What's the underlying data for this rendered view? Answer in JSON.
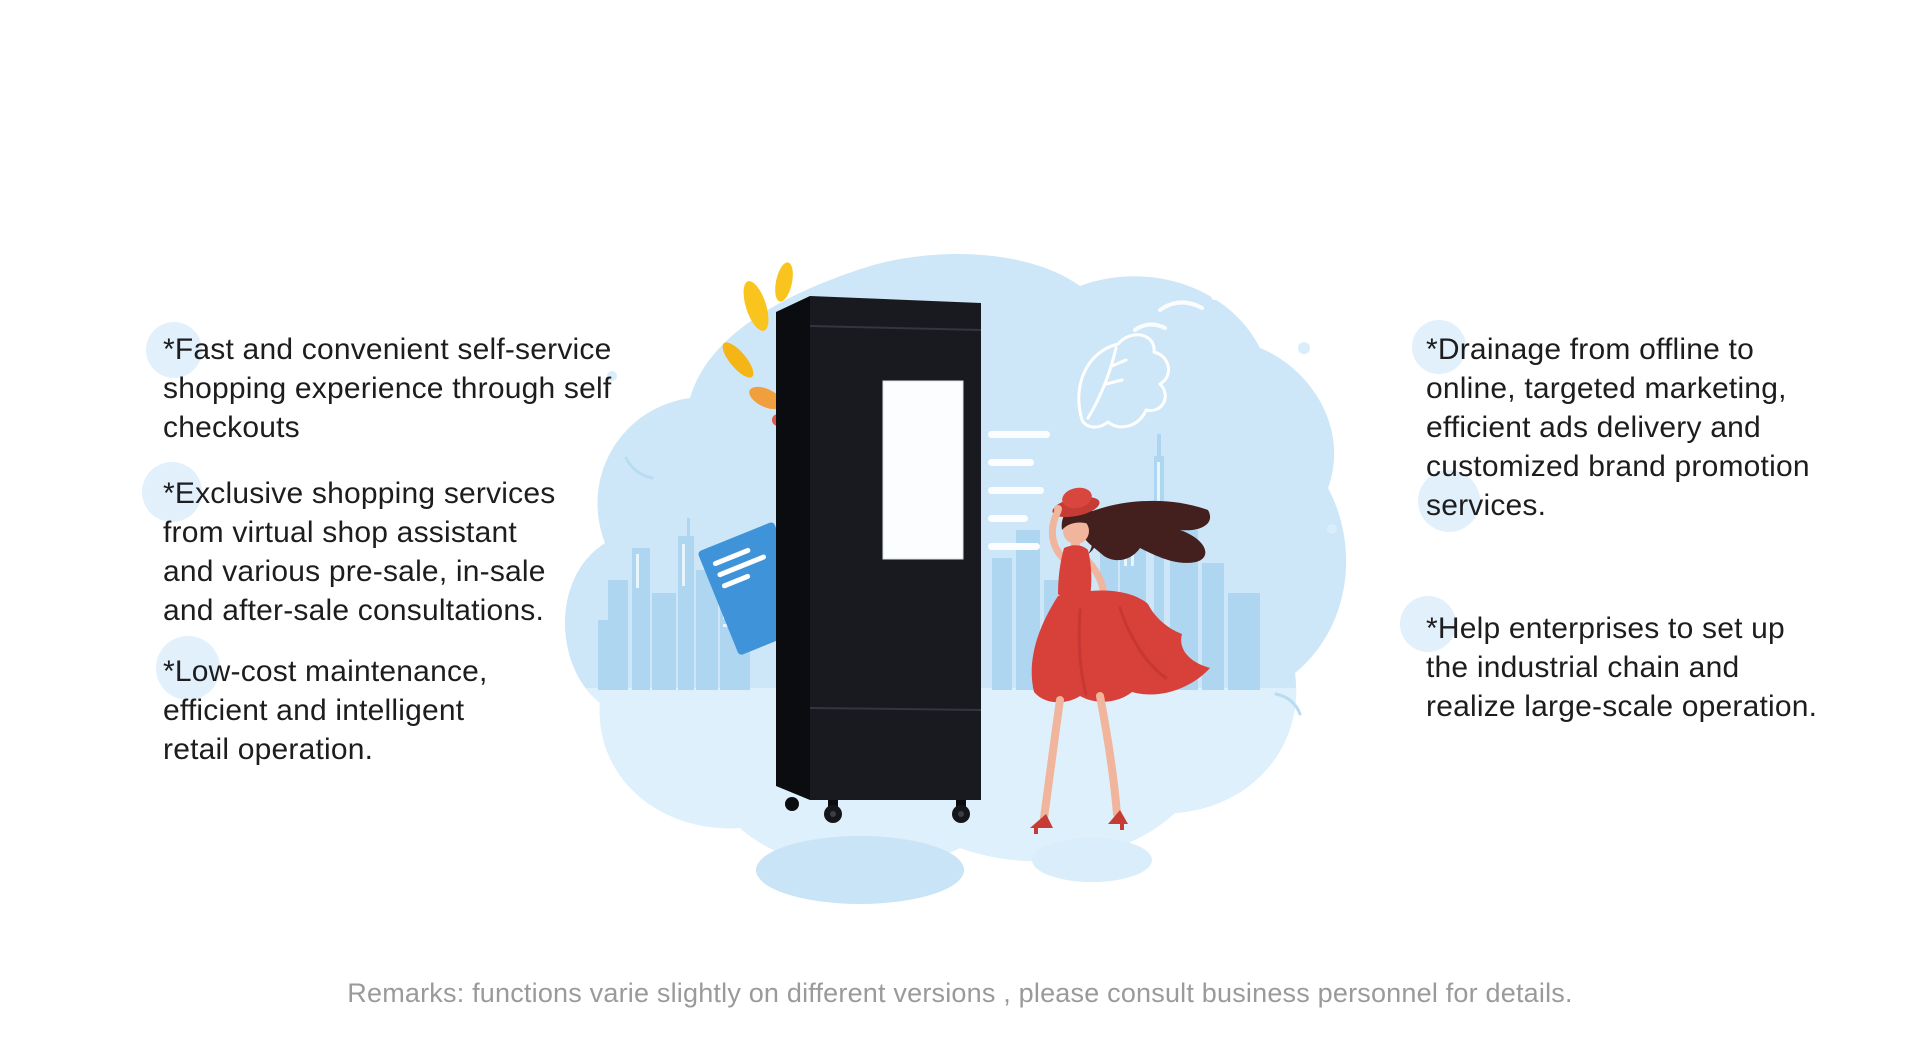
{
  "page": {
    "background": "#ffffff"
  },
  "features_left": [
    {
      "text": "*Fast and convenient self-service\nshopping experience through self\ncheckouts"
    },
    {
      "text": "*Exclusive shopping services\nfrom virtual shop assistant\nand various pre-sale, in-sale\nand after-sale consultations."
    },
    {
      "text": "*Low-cost maintenance,\nefficient and intelligent\nretail operation."
    }
  ],
  "features_right": [
    {
      "text": "*Drainage from offline to\nonline, targeted marketing,\nefficient ads delivery and\ncustomized brand promotion\nservices."
    },
    {
      "text": "*Help enterprises to set up\nthe industrial chain and\nrealize large-scale operation."
    }
  ],
  "footer": {
    "remarks": "Remarks: functions varie slightly on different versions , please consult business personnel for details."
  },
  "illustration": {
    "scene": "woman in red dress beside smart self-service vending kiosk with city skyline",
    "colors": {
      "blob": "#cde7f8",
      "ground": "#def0fb",
      "skyline": "#aed6f1",
      "kiosk_front": "#191a1f",
      "kiosk_side": "#0b0c0f",
      "kiosk_screen": "#fbfdfe",
      "dress": "#d8403a",
      "dress_shade": "#c23531",
      "hair": "#43201d",
      "skin": "#f1b49d",
      "hat": "#c63c35",
      "leaf_yellow": "#fac41f",
      "leaf_orange": "#ef9f3e",
      "card_blue": "#3f93d8",
      "shadow_blue": "#c9e4f6",
      "accent_circle": "#e2f0fb",
      "text": "#1d1d1f",
      "remarks_text": "#9a9a9a"
    }
  }
}
